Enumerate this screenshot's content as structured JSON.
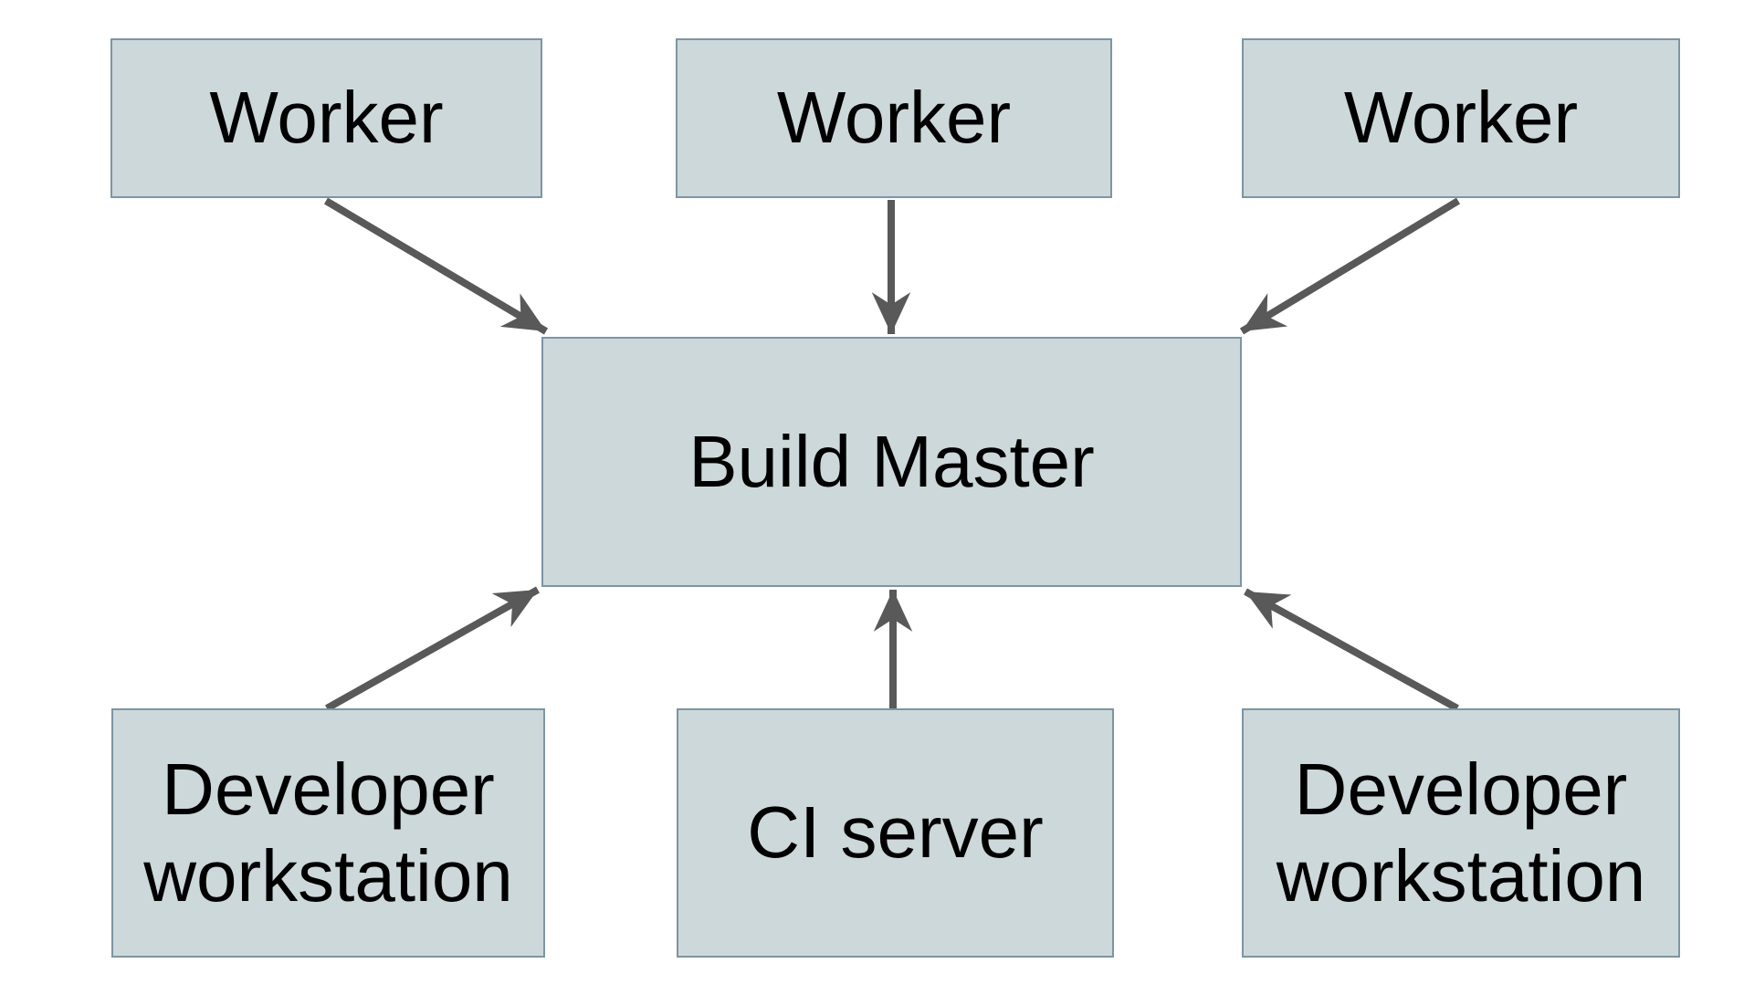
{
  "diagram": {
    "nodes": [
      {
        "id": "worker-1",
        "label": "Worker"
      },
      {
        "id": "worker-2",
        "label": "Worker"
      },
      {
        "id": "worker-3",
        "label": "Worker"
      },
      {
        "id": "build-master",
        "label": "Build Master"
      },
      {
        "id": "developer-workstation-left",
        "label": "Developer workstation"
      },
      {
        "id": "ci-server",
        "label": "CI server"
      },
      {
        "id": "developer-workstation-right",
        "label": "Developer workstation"
      }
    ],
    "edges": [
      {
        "from": "worker-1",
        "to": "build-master"
      },
      {
        "from": "worker-2",
        "to": "build-master"
      },
      {
        "from": "worker-3",
        "to": "build-master"
      },
      {
        "from": "developer-workstation-left",
        "to": "build-master"
      },
      {
        "from": "ci-server",
        "to": "build-master"
      },
      {
        "from": "developer-workstation-right",
        "to": "build-master"
      }
    ],
    "colors": {
      "background": "#ffffff",
      "node_fill": "#ccd8da",
      "node_border": "#7e95a3",
      "arrow": "#595959",
      "text": "#000000"
    }
  }
}
